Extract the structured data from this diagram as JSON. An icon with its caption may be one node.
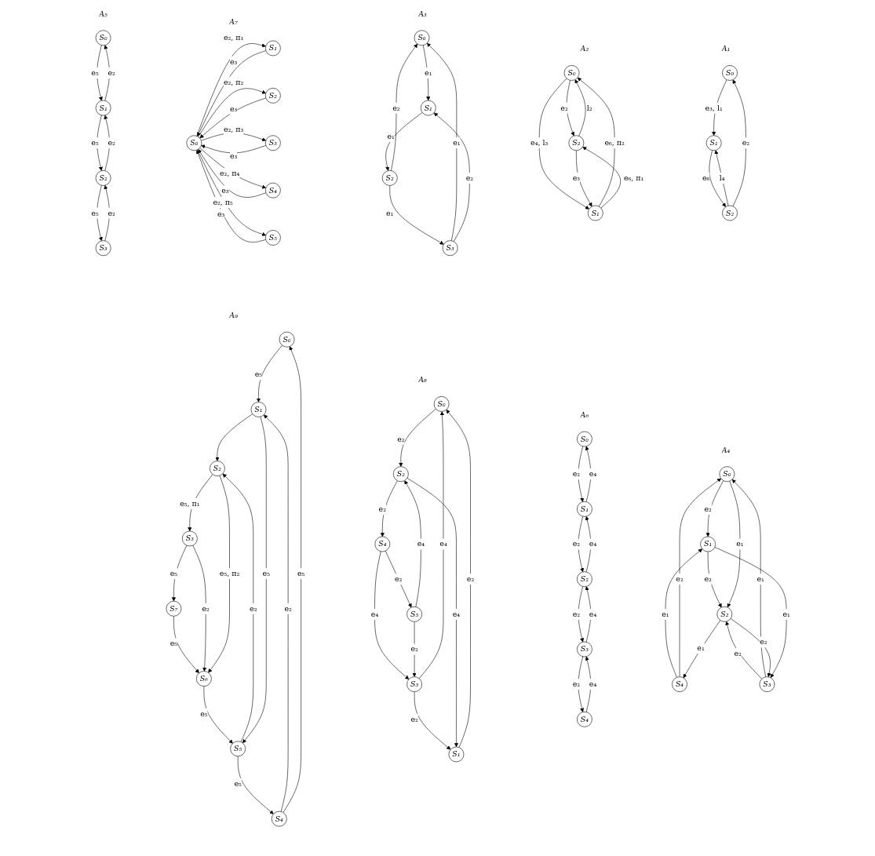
{
  "diagram": {
    "nodes": [
      {
        "text": [
          "S₀"
        ]
      },
      {
        "text": [
          "S₁"
        ]
      },
      {
        "text": [
          "S₂"
        ]
      },
      {
        "text": [
          "S₀"
        ]
      },
      {
        "text": [
          "S₁"
        ]
      },
      {
        "text": [
          "S₂"
        ]
      },
      {
        "text": [
          "S₀"
        ]
      },
      {
        "text": [
          "S₁"
        ]
      },
      {
        "text": [
          "S₂"
        ]
      },
      {
        "text": [
          "S₃"
        ]
      },
      {
        "text": [
          "S₀"
        ]
      },
      {
        "text": [
          "S₁"
        ]
      },
      {
        "text": [
          "S₂"
        ]
      },
      {
        "text": [
          "S₃"
        ]
      },
      {
        "text": [
          "S₄"
        ]
      },
      {
        "text": [
          "S₀"
        ]
      },
      {
        "text": [
          "S₁"
        ]
      },
      {
        "text": [
          "S₂"
        ]
      },
      {
        "text": [
          "S₃"
        ]
      },
      {
        "text": [
          "S₀"
        ]
      },
      {
        "text": [
          "S₁"
        ]
      },
      {
        "text": [
          "S₂"
        ]
      },
      {
        "text": [
          "S₃"
        ]
      },
      {
        "text": [
          "S₄"
        ]
      },
      {
        "text": [
          "S₀"
        ]
      },
      {
        "text": [
          "S₁"
        ]
      },
      {
        "text": [
          "S₂"
        ]
      },
      {
        "text": [
          "S₃"
        ]
      },
      {
        "text": [
          "S₄"
        ]
      },
      {
        "text": [
          "S₅"
        ]
      },
      {
        "text": [
          "S₀"
        ]
      },
      {
        "text": [
          "S₁"
        ]
      },
      {
        "text": [
          "S₂"
        ]
      },
      {
        "text": [
          "S₃"
        ]
      },
      {
        "text": [
          "S₄"
        ]
      },
      {
        "text": [
          "S₅"
        ]
      },
      {
        "text": [
          "S₆"
        ]
      },
      {
        "text": [
          "S₇"
        ]
      },
      {
        "text": [
          "S₀"
        ]
      },
      {
        "text": [
          "S₁"
        ]
      },
      {
        "text": [
          "S₂"
        ]
      },
      {
        "text": [
          "S₃"
        ]
      },
      {
        "text": [
          "S₄"
        ]
      },
      {
        "text": [
          "S₅"
        ]
      }
    ],
    "edges": [
      {
        "from": 2,
        "to": 0,
        "arrow": "to",
        "label": "e₂"
      },
      {
        "from": 0,
        "to": 1,
        "arrow": "to",
        "label": "e₃, l₁"
      },
      {
        "from": 1,
        "to": 2,
        "arrow": "to",
        "label": "e₆"
      },
      {
        "from": 2,
        "to": 1,
        "arrow": "to",
        "label": "l₄"
      },
      {
        "from": 5,
        "to": 3,
        "arrow": "to",
        "label": "l₂"
      },
      {
        "from": 3,
        "to": 5,
        "arrow": "to",
        "label": "e₂"
      },
      {
        "from": 3,
        "to": 4,
        "arrow": "to",
        "label": "e₄, l₃"
      },
      {
        "from": 4,
        "to": 3,
        "arrow": "to",
        "label": "e₆, π₂"
      },
      {
        "from": 4,
        "to": 5,
        "arrow": "to",
        "label": "e₆, π₁"
      },
      {
        "from": 5,
        "to": 4,
        "arrow": "to",
        "label": "e₃"
      },
      {
        "from": 9,
        "to": 6,
        "arrow": "to",
        "label": "e₁"
      },
      {
        "from": 9,
        "to": 7,
        "arrow": "to",
        "label": "e₂"
      },
      {
        "from": 6,
        "to": 7,
        "arrow": "to",
        "label": "e₁"
      },
      {
        "from": 7,
        "to": 8,
        "arrow": "to",
        "label": "e₁"
      },
      {
        "from": 8,
        "to": 9,
        "arrow": "to",
        "label": "e₁"
      },
      {
        "from": 8,
        "to": 6,
        "arrow": "to",
        "label": "e₂"
      },
      {
        "from": 10,
        "to": 11,
        "arrow": "to",
        "label": "e₂"
      },
      {
        "from": 10,
        "to": 12,
        "arrow": "to",
        "label": "e₁"
      },
      {
        "from": 14,
        "to": 10,
        "arrow": "to",
        "label": "e₂"
      },
      {
        "from": 13,
        "to": 10,
        "arrow": "to",
        "label": "e₁"
      },
      {
        "from": 11,
        "to": 12,
        "arrow": "to",
        "label": "e₂"
      },
      {
        "from": 11,
        "to": 13,
        "arrow": "to",
        "label": "e₁"
      },
      {
        "from": 14,
        "to": 11,
        "arrow": "to",
        "label": "e₁"
      },
      {
        "from": 13,
        "to": 12,
        "arrow": "to",
        "label": "e₂"
      },
      {
        "from": 12,
        "to": 13,
        "arrow": "to",
        "label": "e₂"
      },
      {
        "from": 12,
        "to": 14,
        "arrow": "to",
        "label": "e₁"
      },
      {
        "from": 16,
        "to": 15,
        "arrow": "to",
        "label": "e₂"
      },
      {
        "from": 15,
        "to": 16,
        "arrow": "to",
        "label": "e₅"
      },
      {
        "from": 17,
        "to": 16,
        "arrow": "to",
        "label": "e₂"
      },
      {
        "from": 16,
        "to": 17,
        "arrow": "to",
        "label": "e₅"
      },
      {
        "from": 18,
        "to": 17,
        "arrow": "to",
        "label": "e₂"
      },
      {
        "from": 17,
        "to": 18,
        "arrow": "to",
        "label": "e₅"
      },
      {
        "from": 20,
        "to": 19,
        "arrow": "to",
        "label": "e₄"
      },
      {
        "from": 19,
        "to": 20,
        "arrow": "to",
        "label": "e₂"
      },
      {
        "from": 21,
        "to": 20,
        "arrow": "to",
        "label": "e₄"
      },
      {
        "from": 20,
        "to": 21,
        "arrow": "to",
        "label": "e₂"
      },
      {
        "from": 22,
        "to": 21,
        "arrow": "to",
        "label": "e₄"
      },
      {
        "from": 21,
        "to": 22,
        "arrow": "to",
        "label": "e₂"
      },
      {
        "from": 23,
        "to": 22,
        "arrow": "to",
        "label": "e₄"
      },
      {
        "from": 22,
        "to": 23,
        "arrow": "to",
        "label": "e₂"
      },
      {
        "from": 27,
        "to": 24,
        "arrow": "to",
        "label": "e₄"
      },
      {
        "from": 25,
        "to": 24,
        "arrow": "to",
        "label": "e₂"
      },
      {
        "from": 24,
        "to": 26,
        "arrow": "to",
        "label": "e₂"
      },
      {
        "from": 27,
        "to": 25,
        "arrow": "to",
        "label": "e₂"
      },
      {
        "from": 26,
        "to": 25,
        "arrow": "to",
        "label": "e₄"
      },
      {
        "from": 26,
        "to": 28,
        "arrow": "to",
        "label": "e₂"
      },
      {
        "from": 28,
        "to": 27,
        "arrow": "to",
        "label": "e₄"
      },
      {
        "from": 29,
        "to": 27,
        "arrow": "to",
        "label": "e₂"
      },
      {
        "from": 28,
        "to": 29,
        "arrow": "to",
        "label": "e₂"
      },
      {
        "from": 29,
        "to": 26,
        "arrow": "to",
        "label": "e₄"
      },
      {
        "from": 30,
        "to": 31,
        "arrow": "to",
        "label": "e₅"
      },
      {
        "from": 34,
        "to": 30,
        "arrow": "to",
        "label": "e₅"
      },
      {
        "from": 31,
        "to": 32,
        "arrow": "to"
      },
      {
        "from": 34,
        "to": 31,
        "arrow": "to",
        "label": "e₂"
      },
      {
        "from": 31,
        "to": 35,
        "arrow": "to",
        "label": "e₅"
      },
      {
        "from": 32,
        "to": 33,
        "arrow": "to",
        "label": "e₅, π₁"
      },
      {
        "from": 35,
        "to": 32,
        "arrow": "to",
        "label": "e₂"
      },
      {
        "from": 32,
        "to": 36,
        "arrow": "to",
        "label": "e₅, π₂"
      },
      {
        "from": 35,
        "to": 34,
        "arrow": "to",
        "label": "e₅"
      },
      {
        "from": 33,
        "to": 37,
        "arrow": "to",
        "label": "e₅"
      },
      {
        "from": 33,
        "to": 36,
        "arrow": "to",
        "label": "e₂"
      },
      {
        "from": 36,
        "to": 35,
        "arrow": "to",
        "label": "e₅"
      },
      {
        "from": 37,
        "to": 36,
        "arrow": "to",
        "label": "e₅"
      },
      {
        "from": 38,
        "to": 39,
        "arrow": "to",
        "label": "e₂, π₁"
      },
      {
        "from": 39,
        "to": 38,
        "arrow": "to",
        "label": "e₃"
      },
      {
        "from": 38,
        "to": 40,
        "arrow": "to",
        "label": "e₂, π₂"
      },
      {
        "from": 40,
        "to": 38,
        "arrow": "to",
        "label": "e₃"
      },
      {
        "from": 38,
        "to": 41,
        "arrow": "to",
        "label": "e₂, π₃"
      },
      {
        "from": 41,
        "to": 38,
        "arrow": "to",
        "label": "e₃"
      },
      {
        "from": 38,
        "to": 42,
        "arrow": "to",
        "label": "e₂, π₄"
      },
      {
        "from": 42,
        "to": 38,
        "arrow": "to",
        "label": "e₃"
      },
      {
        "from": 38,
        "to": 43,
        "arrow": "to",
        "label": "e₂, π₅"
      },
      {
        "from": 43,
        "to": 38,
        "arrow": "to",
        "label": "e₃"
      }
    ],
    "labels": [
      "A₁",
      "A₂",
      "A₃",
      "A₄",
      "A₅",
      "A₆",
      "A₈",
      "A₉",
      "A₇"
    ]
  }
}
